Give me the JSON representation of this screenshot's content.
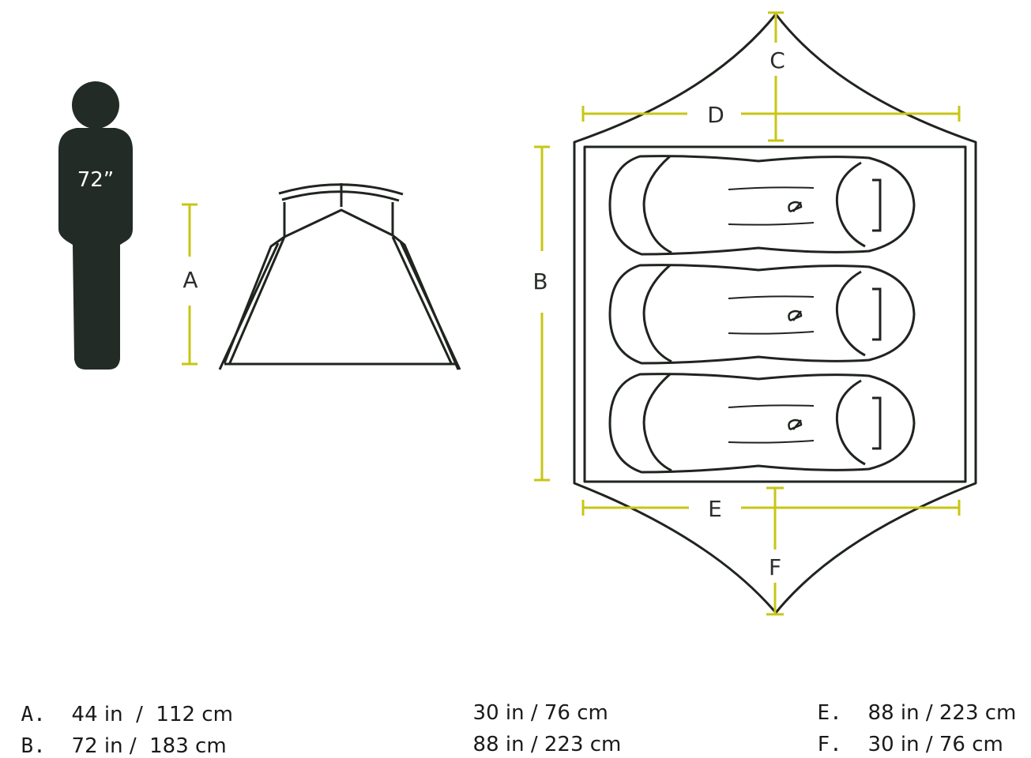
{
  "colors": {
    "line": "#1f241f",
    "person": "#232b26",
    "accent": "#c8c614"
  },
  "person": {
    "height_label": "72”"
  },
  "dimension_labels": {
    "a": "A",
    "b": "B",
    "c": "C",
    "d": "D",
    "e": "E",
    "f": "F"
  },
  "specs": [
    {
      "letter": "A.",
      "value": "44 in  /  112 cm"
    },
    {
      "letter": "B.",
      "value": "72 in /  183 cm"
    },
    {
      "letter": "",
      "value": "30 in / 76 cm"
    },
    {
      "letter": "",
      "value": "88 in / 223 cm"
    },
    {
      "letter": "E.",
      "value": "88 in / 223 cm"
    },
    {
      "letter": "F.",
      "value": "30 in / 76 cm"
    }
  ]
}
